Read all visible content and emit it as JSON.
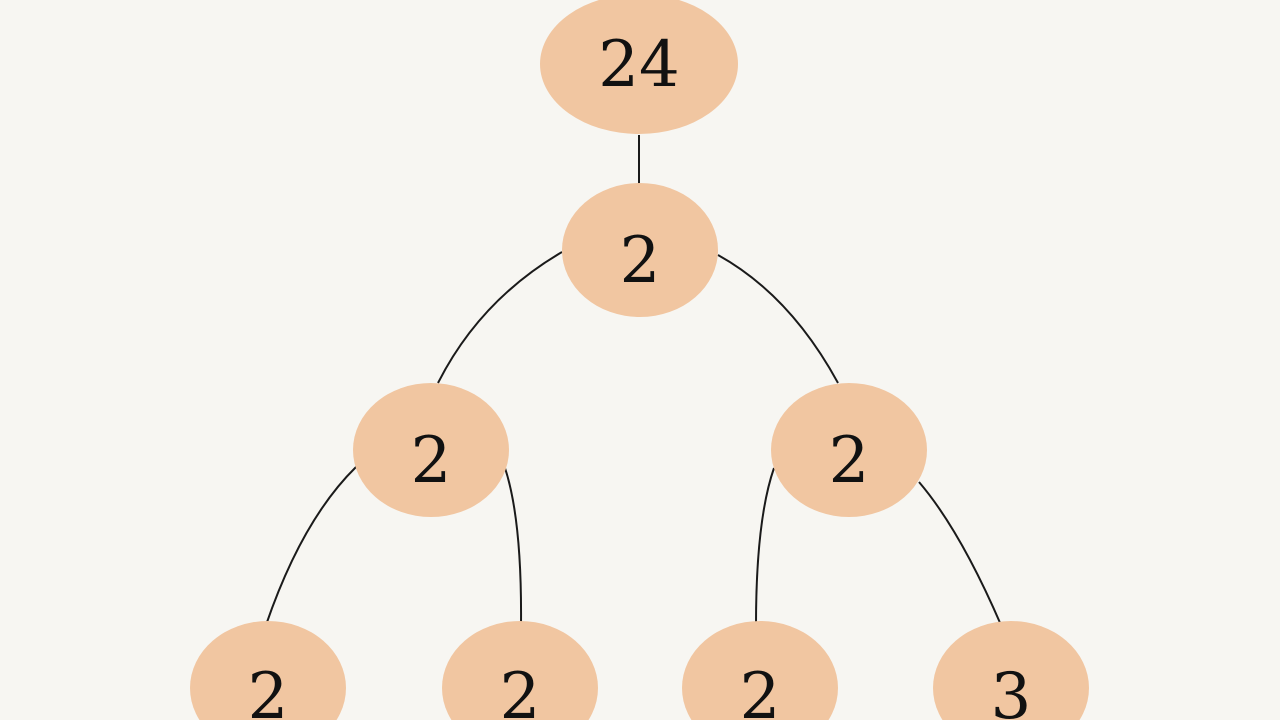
{
  "colors": {
    "background": "#f7f6f2",
    "node_fill": "#f1c6a1",
    "edge": "#1a1a1a",
    "text": "#111111"
  },
  "tree": {
    "root": {
      "label": "24"
    },
    "level1": {
      "label": "2"
    },
    "level2": [
      {
        "label": "2"
      },
      {
        "label": "2"
      }
    ],
    "level3": [
      {
        "label": "2"
      },
      {
        "label": "2"
      },
      {
        "label": "2"
      },
      {
        "label": "3"
      }
    ]
  }
}
